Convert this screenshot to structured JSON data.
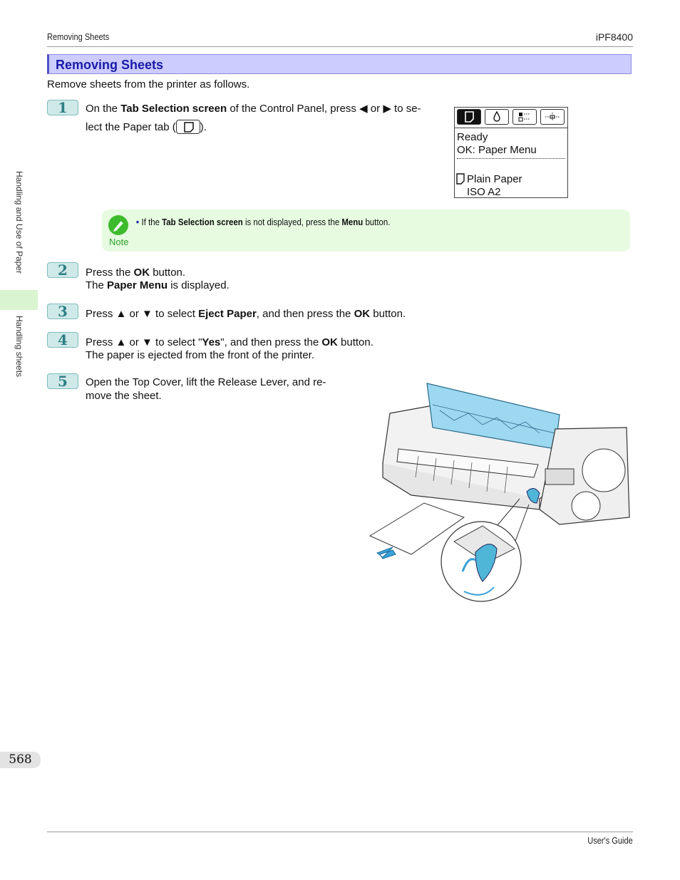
{
  "header": {
    "section": "Removing Sheets",
    "model": "iPF8400"
  },
  "title": "Removing Sheets",
  "intro": "Remove sheets from the printer as follows.",
  "steps": [
    {
      "num": "1",
      "line1_a": "On the ",
      "line1_b": "Tab Selection screen",
      "line1_c": " of the Control Panel, press ",
      "line1_d": " or ",
      "line1_e": " to se-",
      "line2_a": "lect the Paper tab (",
      "line2_b": ")."
    },
    {
      "num": "2",
      "line1_a": "Press the ",
      "line1_b": "OK",
      "line1_c": " button.",
      "line2_a": "The ",
      "line2_b": "Paper Menu",
      "line2_c": " is displayed."
    },
    {
      "num": "3",
      "line1_a": "Press ▲ or ▼ to select ",
      "line1_b": "Eject Paper",
      "line1_c": ", and then press the ",
      "line1_d": "OK",
      "line1_e": " button."
    },
    {
      "num": "4",
      "line1_a": "Press ▲ or ▼ to select \"",
      "line1_b": "Yes",
      "line1_c": "\", and then press the ",
      "line1_d": "OK",
      "line1_e": " button.",
      "line2": "The paper is ejected from the front of the printer."
    },
    {
      "num": "5",
      "line1": "Open the Top Cover, lift the Release Lever, and re-",
      "line2": "move the sheet."
    }
  ],
  "lcd": {
    "line1": "Ready",
    "line2": "OK: Paper Menu",
    "line3": "Plain Paper",
    "line4": "ISO A2"
  },
  "note": {
    "label": "Note",
    "text_a": "If the ",
    "text_b": "Tab Selection screen",
    "text_c": " is not displayed, press the ",
    "text_d": "Menu",
    "text_e": " button."
  },
  "sidebar": {
    "chapter": "Handling and Use of Paper",
    "section": "Handling sheets"
  },
  "page_number": "568",
  "footer": {
    "guide": "User's Guide"
  },
  "colors": {
    "title_bar": "#ccccff",
    "title_text": "#1a1aa8",
    "step_badge": "#cfe9e9",
    "note_bg": "#e6fbe0",
    "printer_cover": "#9cd8f0"
  }
}
